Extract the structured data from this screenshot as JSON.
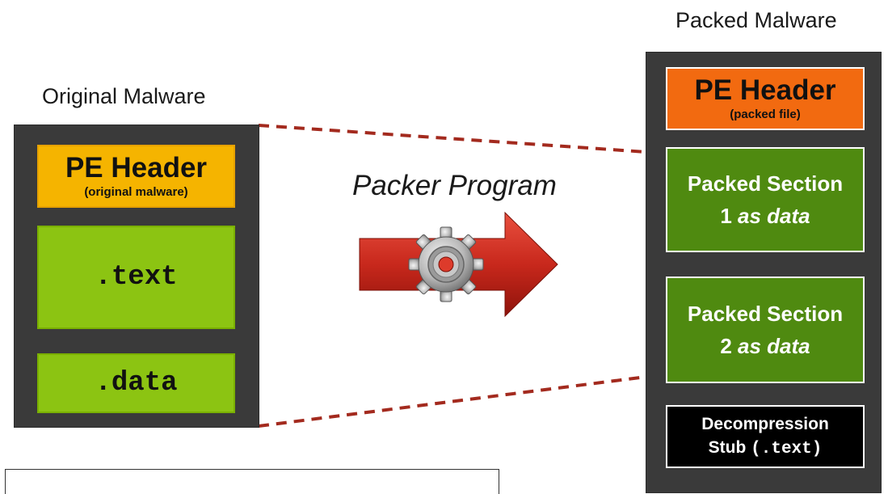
{
  "original": {
    "title": "Original Malware",
    "pe_header": "PE Header",
    "pe_header_sub": "(original malware)",
    "text_section": ".text",
    "data_section": ".data"
  },
  "packer": {
    "label": "Packer Program",
    "arrow_icon": "red-arrow-icon",
    "gear_icon": "gear-icon"
  },
  "packed": {
    "title": "Packed Malware",
    "pe_header": "PE Header",
    "pe_header_sub": "(packed file)",
    "section1_line1": "Packed Section",
    "section1_num": "1",
    "section1_suffix": "as data",
    "section2_line1": "Packed Section",
    "section2_num": "2",
    "section2_suffix": "as data",
    "stub_line1": "Decompression",
    "stub_word": "Stub",
    "stub_code": "(.text)"
  },
  "colors": {
    "panel": "#3a3a3a",
    "orig_header": "#f5b400",
    "orig_section": "#8cc412",
    "packed_header": "#f26a10",
    "packed_section": "#4f8a10",
    "stub": "#000000",
    "dashed_line": "#a32a1e",
    "arrow": "#c8281c"
  }
}
